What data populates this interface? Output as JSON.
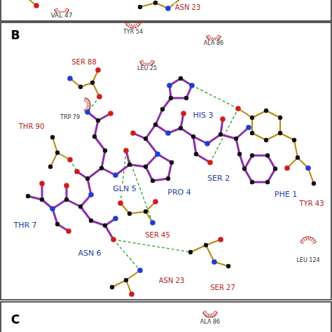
{
  "diagram": {
    "labels": [
      "VAL 47",
      "ASN 23",
      "B",
      "TYR 54",
      "ALA 86",
      "LEU 25",
      "SER 88",
      "TRP 79",
      "HIS 3",
      "THR 90",
      "GLN 5",
      "PRO 4",
      "SER 2",
      "TYR 43",
      "PHE 1",
      "SER 45",
      "LEU 124",
      "THR 7",
      "ASN 6",
      "ASN 23",
      "SER 27",
      "C",
      "ALA 86"
    ]
  }
}
